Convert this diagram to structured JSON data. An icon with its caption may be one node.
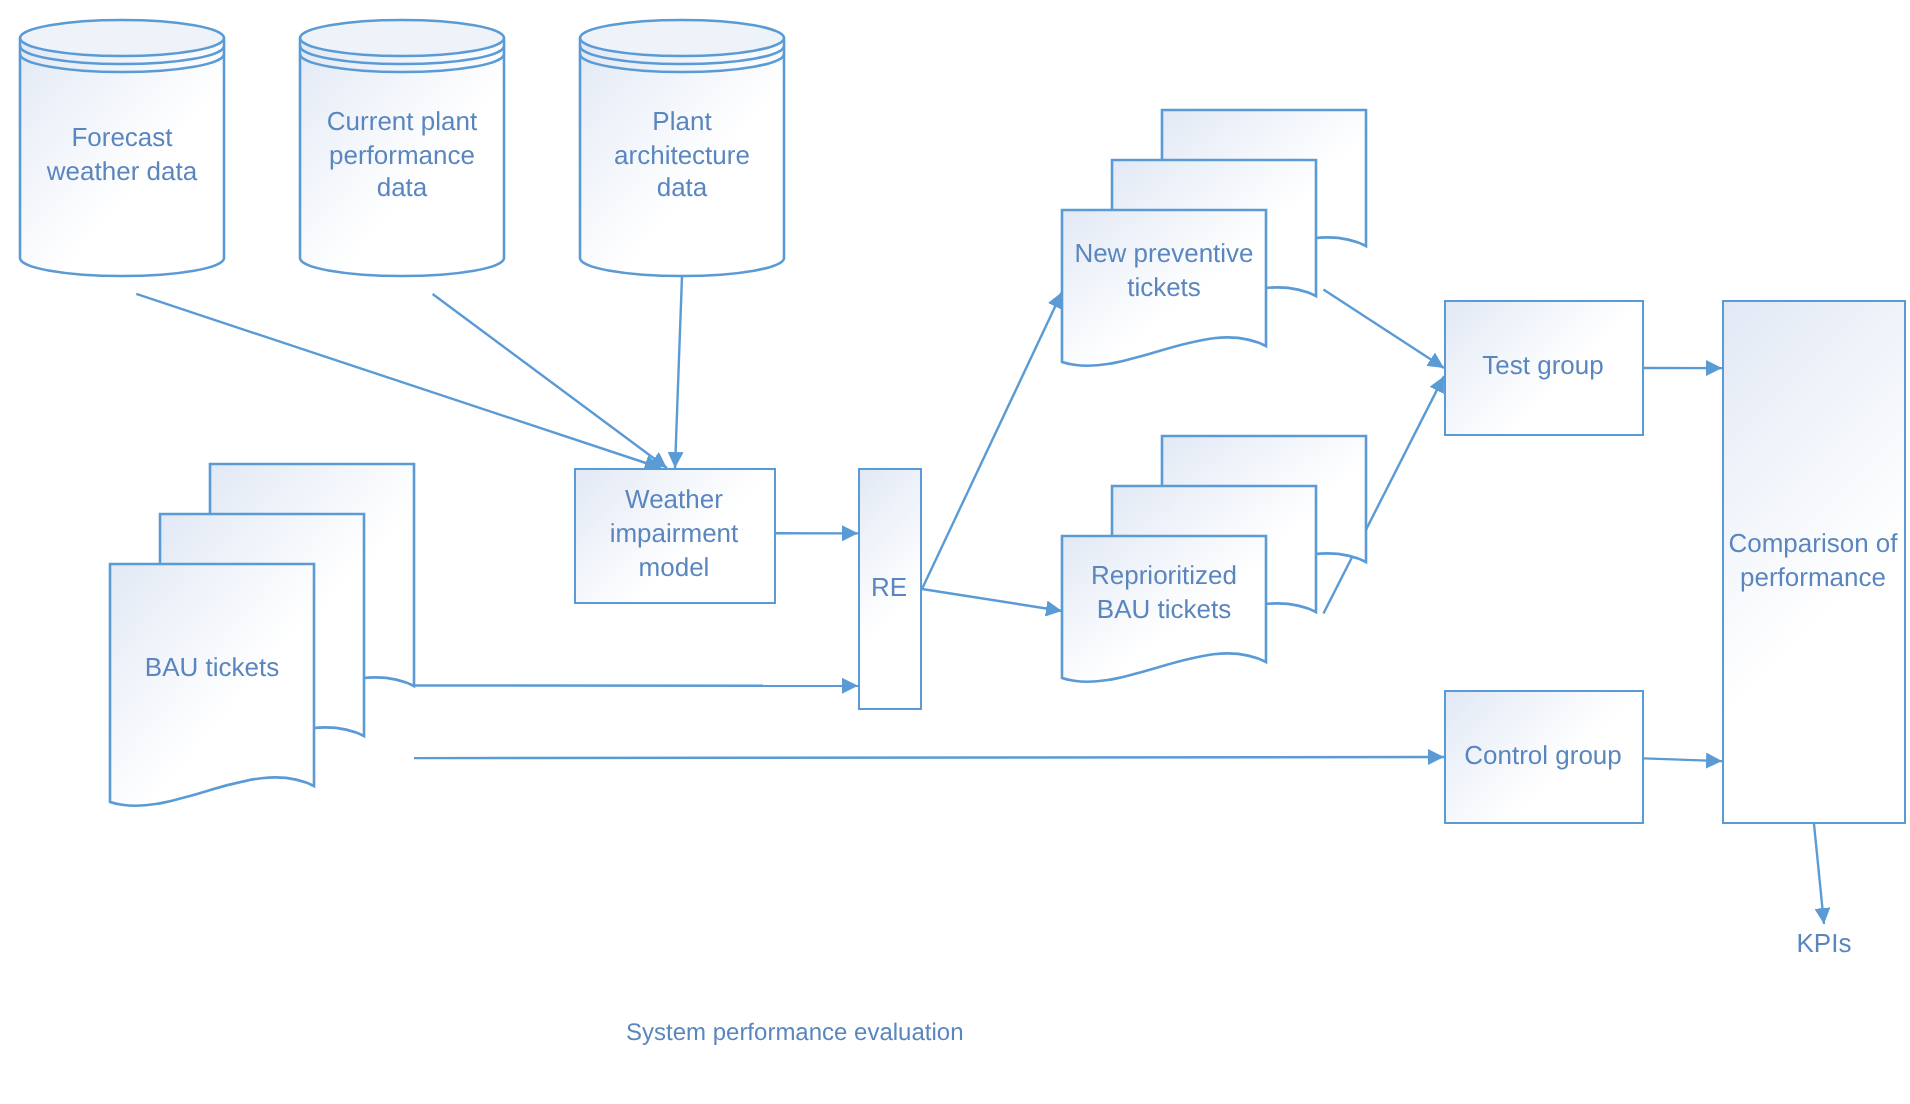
{
  "diagram": {
    "caption": "System performance evaluation",
    "nodes": [
      {
        "text": [
          "Forecast weather data"
        ]
      },
      {
        "text": [
          "Current plant performance data"
        ]
      },
      {
        "text": [
          "Plant architecture data"
        ]
      },
      {
        "text": [
          "Weather impairment model"
        ]
      },
      {
        "text": [
          "BAU tickets"
        ]
      },
      {
        "text": [
          "RE"
        ]
      },
      {
        "text": [
          "New preventive tickets"
        ]
      },
      {
        "text": [
          "Reprioritized BAU tickets"
        ]
      },
      {
        "text": [
          "Test group"
        ]
      },
      {
        "text": [
          "Control group"
        ]
      },
      {
        "text": [
          "Comparison of performance"
        ]
      },
      {
        "text": [
          "KPIs"
        ]
      }
    ],
    "edges": [
      {
        "from": 0,
        "to": 3,
        "arrow": "to"
      },
      {
        "from": 1,
        "to": 3,
        "arrow": "to"
      },
      {
        "from": 2,
        "to": 3,
        "arrow": "to"
      },
      {
        "from": 3,
        "to": 5,
        "arrow": "to"
      },
      {
        "from": 4,
        "to": 5,
        "arrow": "to"
      },
      {
        "from": 4,
        "to": 9,
        "arrow": "to"
      },
      {
        "from": 5,
        "to": 6,
        "arrow": "to"
      },
      {
        "from": 5,
        "to": 7,
        "arrow": "to"
      },
      {
        "from": 6,
        "to": 8,
        "arrow": "to"
      },
      {
        "from": 7,
        "to": 8,
        "arrow": "to"
      },
      {
        "from": 8,
        "to": 10,
        "arrow": "to"
      },
      {
        "from": 9,
        "to": 10,
        "arrow": "to"
      },
      {
        "from": 10,
        "to": 11,
        "arrow": "to"
      }
    ]
  }
}
